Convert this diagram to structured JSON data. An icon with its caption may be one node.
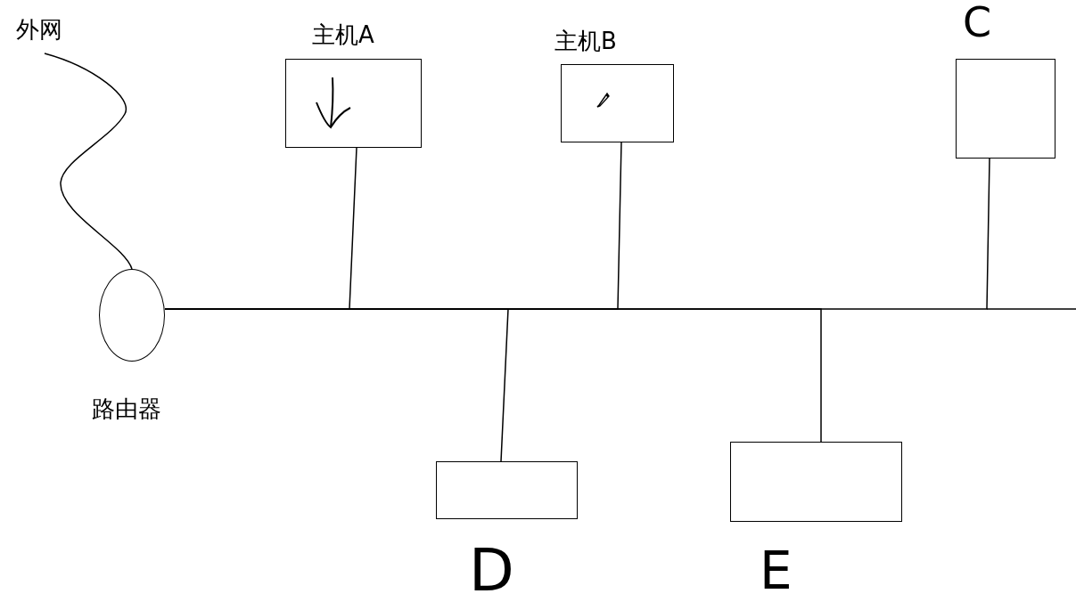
{
  "diagram": {
    "nodes": [
      {
        "text": [
          "外网"
        ]
      },
      {
        "text": [],
        "shape": "circle",
        "beside": [
          "路由器"
        ]
      },
      {
        "text": [
          "主机A"
        ]
      },
      {
        "text": [
          "主机B"
        ]
      },
      {
        "text": [
          "C"
        ]
      },
      {
        "text": [
          "D"
        ]
      },
      {
        "text": [
          "E"
        ]
      }
    ],
    "edges": [
      {
        "from": 0,
        "to": 1,
        "arrow": "none"
      },
      {
        "from": 1,
        "to": 2,
        "arrow": "none"
      },
      {
        "from": 1,
        "to": 3,
        "arrow": "none"
      },
      {
        "from": 1,
        "to": 4,
        "arrow": "none"
      },
      {
        "from": 1,
        "to": 5,
        "arrow": "none"
      },
      {
        "from": 1,
        "to": 6,
        "arrow": "none"
      }
    ]
  }
}
